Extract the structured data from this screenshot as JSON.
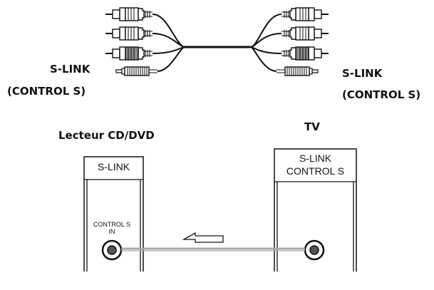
{
  "cable": {
    "left_label_line1": "S-LINK",
    "left_label_line2": "(CONTROL S)",
    "right_label_line1": "S-LINK",
    "right_label_line2": "(CONTROL S)"
  },
  "devices": {
    "player": {
      "title": "Lecteur CD/DVD",
      "panel_header": "S-LINK",
      "jack_label_line1": "CONTROL S",
      "jack_label_line2": "IN"
    },
    "tv": {
      "title": "TV",
      "panel_header_line1": "S-LINK",
      "panel_header_line2": "CONTROL S"
    }
  },
  "colors": {
    "line": "#111111",
    "plug_fill": "#ffffff",
    "plug_gray": "#8c8c8c",
    "connection": "#a9a9a9"
  }
}
